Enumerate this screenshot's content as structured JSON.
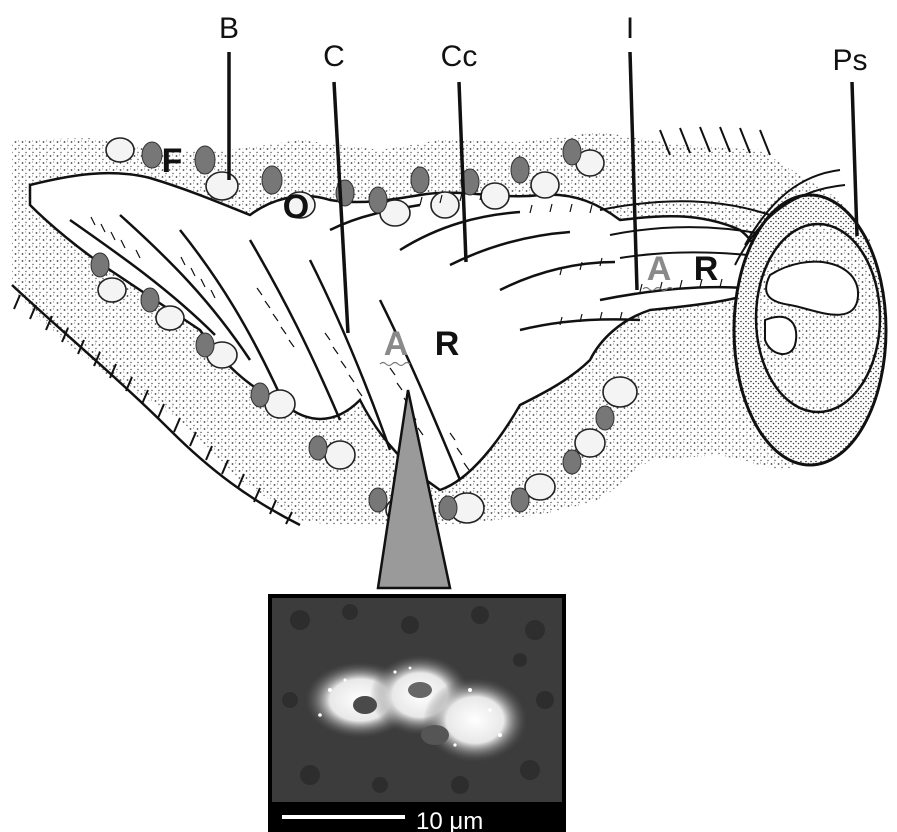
{
  "labels": {
    "B": "B",
    "C": "C",
    "Cc": "Cc",
    "I": "I",
    "Ps": "Ps",
    "F": "F",
    "O": "O",
    "A_center": "A",
    "R_center": "R",
    "A_right": "A",
    "R_right": "R"
  },
  "micrograph": {
    "scale_bar_label": "10 μm"
  },
  "colors": {
    "background": "#ffffff",
    "ink": "#111111",
    "stipple": "#555555",
    "grey_label": "#8a8a8a",
    "pointer_fill": "#9a9a9a",
    "micrograph_bg": "#3a3a3a",
    "micrograph_border": "#000000",
    "scale_bar": "#ffffff"
  }
}
